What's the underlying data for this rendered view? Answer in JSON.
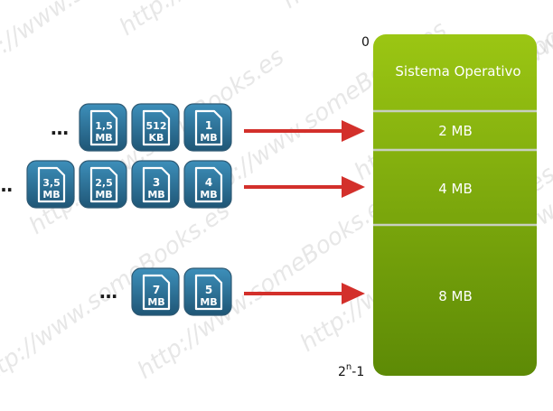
{
  "memory": {
    "top_address": "0",
    "bottom_address_base": "2",
    "bottom_address_exp": "n",
    "bottom_address_suffix": "-1",
    "segments": [
      {
        "label": "Sistema Operativo"
      },
      {
        "label": "2 MB"
      },
      {
        "label": "4 MB"
      },
      {
        "label": "8 MB"
      }
    ]
  },
  "rows": [
    {
      "ellipsis": "…",
      "files": [
        [
          "1,5",
          "MB"
        ],
        [
          "512",
          "KB"
        ],
        [
          "1",
          "MB"
        ]
      ]
    },
    {
      "ellipsis": "…",
      "files": [
        [
          "3,5",
          "MB"
        ],
        [
          "2,5",
          "MB"
        ],
        [
          "3",
          "MB"
        ],
        [
          "4",
          "MB"
        ]
      ]
    },
    {
      "ellipsis": "…",
      "files": [
        [
          "7",
          "MB"
        ],
        [
          "5",
          "MB"
        ]
      ]
    }
  ],
  "watermark": "http://www.someBooks.es",
  "colors": {
    "memory_light": "#9bc613",
    "memory_dark": "#5d8a06",
    "divider": "#c8cfc0",
    "file_light": "#3d8fba",
    "file_dark": "#1f5676",
    "arrow": "#d3302b"
  }
}
